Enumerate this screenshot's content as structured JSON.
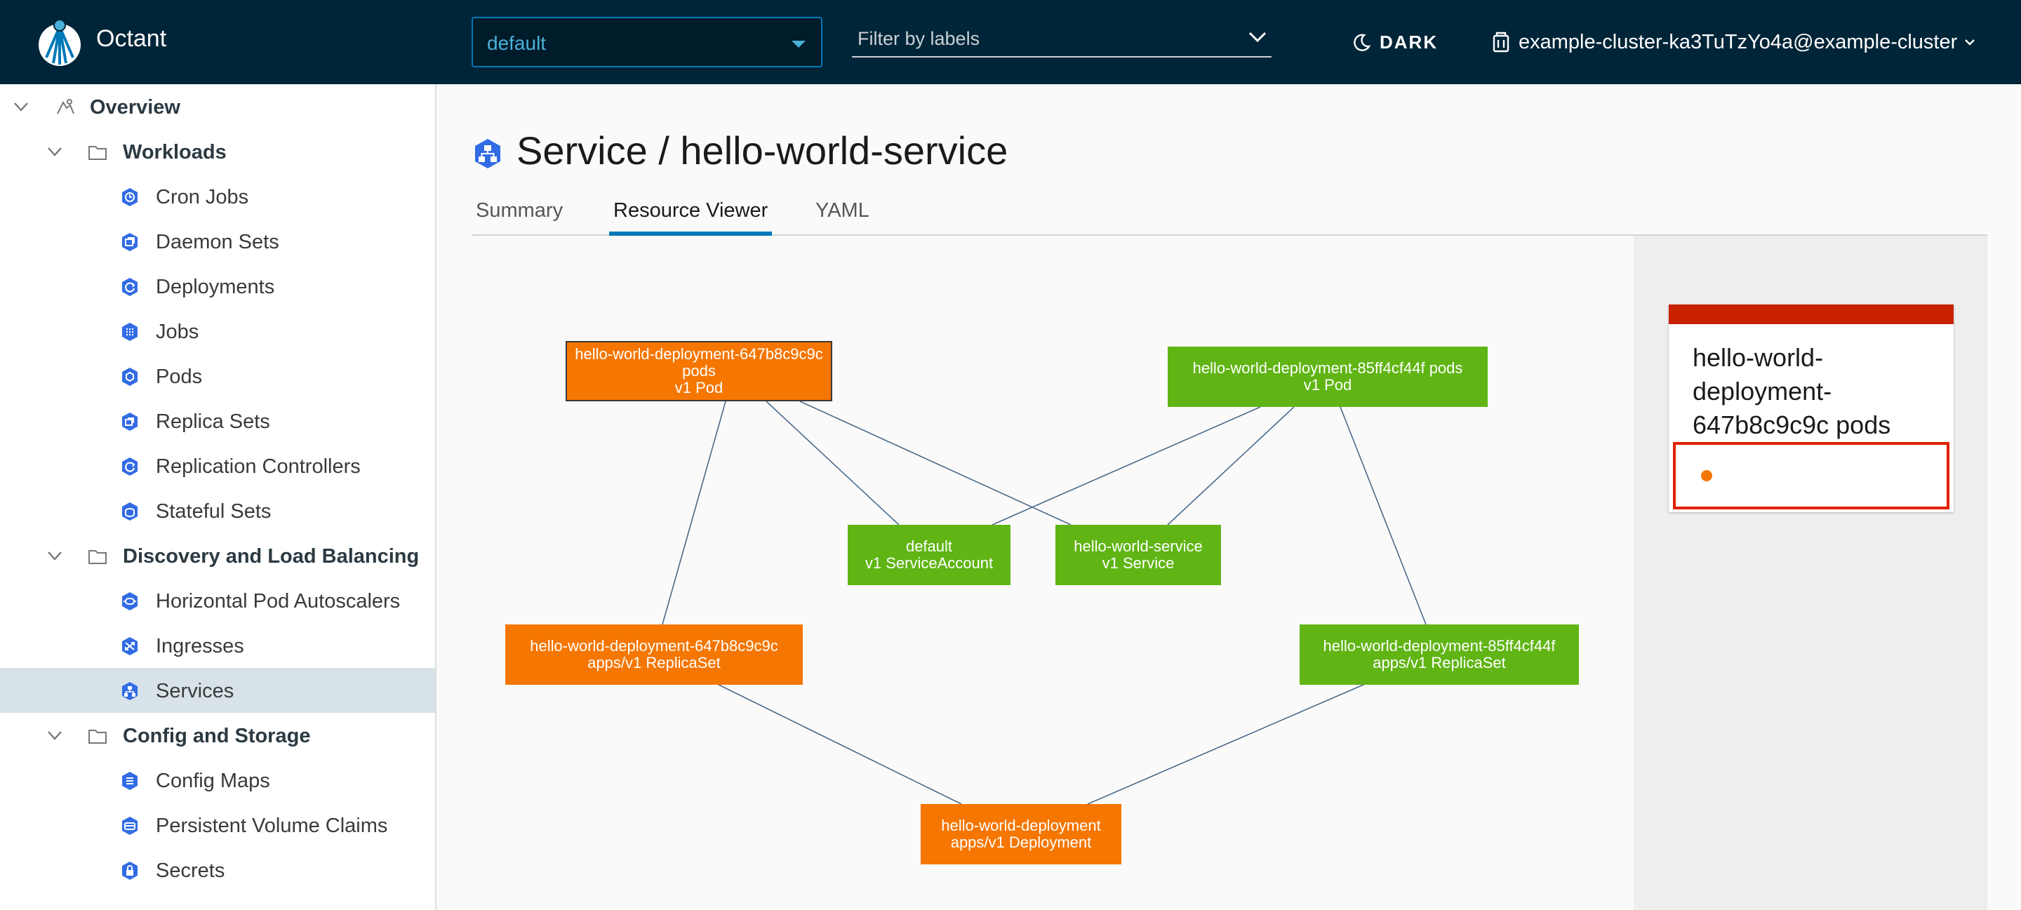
{
  "header": {
    "app_name": "Octant",
    "namespace": "default",
    "label_filter_placeholder": "Filter by labels",
    "theme_label": "DARK",
    "context": "example-cluster-ka3TuTzYo4a@example-cluster"
  },
  "sidebar": {
    "overview": "Overview",
    "workloads": {
      "label": "Workloads",
      "items": [
        "Cron Jobs",
        "Daemon Sets",
        "Deployments",
        "Jobs",
        "Pods",
        "Replica Sets",
        "Replication Controllers",
        "Stateful Sets"
      ]
    },
    "discovery": {
      "label": "Discovery and Load Balancing",
      "items": [
        "Horizontal Pod Autoscalers",
        "Ingresses",
        "Services"
      ]
    },
    "config": {
      "label": "Config and Storage",
      "items": [
        "Config Maps",
        "Persistent Volume Claims",
        "Secrets"
      ]
    },
    "selected": "Services"
  },
  "page": {
    "title": "Service / hello-world-service",
    "tabs": [
      "Summary",
      "Resource Viewer",
      "YAML"
    ],
    "active_tab": "Resource Viewer"
  },
  "graph": {
    "nodes": {
      "pod_647": {
        "line1": "hello-world-deployment-647b8c9c9c pods",
        "line2": "v1 Pod",
        "status": "orange"
      },
      "pod_85f": {
        "line1": "hello-world-deployment-85ff4cf44f pods",
        "line2": "v1 Pod",
        "status": "green"
      },
      "service_account": {
        "line1": "default",
        "line2": "v1 ServiceAccount",
        "status": "green"
      },
      "service": {
        "line1": "hello-world-service",
        "line2": "v1 Service",
        "status": "green"
      },
      "rs_647": {
        "line1": "hello-world-deployment-647b8c9c9c",
        "line2": "apps/v1 ReplicaSet",
        "status": "orange"
      },
      "rs_85f": {
        "line1": "hello-world-deployment-85ff4cf44f",
        "line2": "apps/v1 ReplicaSet",
        "status": "green"
      },
      "deployment": {
        "line1": "hello-world-deployment",
        "line2": "apps/v1 Deployment",
        "status": "orange"
      }
    }
  },
  "detail": {
    "name": "hello-world-deployment-647b8c9c9c pods"
  },
  "colors": {
    "header_bg": "#002538",
    "accent": "#0079b8",
    "warning": "#f57600",
    "ok": "#60b515",
    "error": "#c92100",
    "selected_nav": "#d8e3e9"
  }
}
